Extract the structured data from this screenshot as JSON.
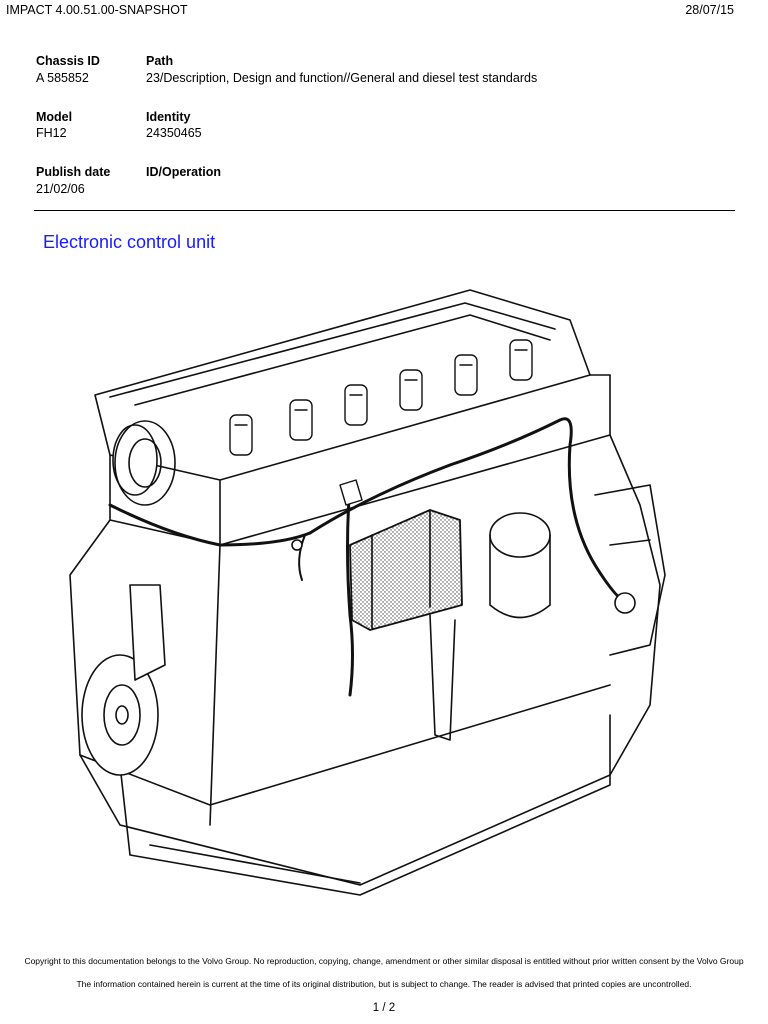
{
  "header": {
    "app_title": "IMPACT 4.00.51.00-SNAPSHOT",
    "date": "28/07/15"
  },
  "meta": {
    "chassis_id_label": "Chassis ID",
    "chassis_id_value": "A 585852",
    "path_label": "Path",
    "path_value": "23/Description, Design and function//General and diesel test standards",
    "model_label": "Model",
    "model_value": "FH12",
    "identity_label": "Identity",
    "identity_value": "24350465",
    "publish_date_label": "Publish date",
    "publish_date_value": "21/02/06",
    "id_operation_label": "ID/Operation",
    "id_operation_value": ""
  },
  "section": {
    "title": "Electronic control unit",
    "title_color": "#1a1aff"
  },
  "figure": {
    "icon": "engine-illustration-icon"
  },
  "footer": {
    "copyright": "Copyright to this documentation belongs to the Volvo Group. No reproduction, copying, change, amendment or other similar disposal is entitled without prior written consent by the Volvo Group",
    "disclaimer": "The information contained herein is current at the time of its original distribution, but is subject to change. The reader is advised that printed copies are uncontrolled.",
    "page": "1 / 2"
  }
}
